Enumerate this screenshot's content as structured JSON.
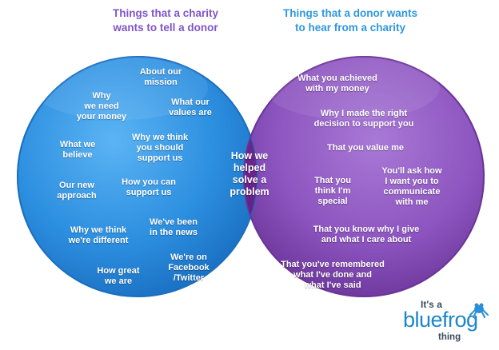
{
  "headings": {
    "left": "Things that a charity\nwants to tell a donor",
    "right": "Things that a donor wants\nto hear from a charity"
  },
  "left_items": [
    "About our\nmission",
    "Why\nwe need\nyour money",
    "What our\nvalues are",
    "What we\nbelieve",
    "Why we think\nyou should\nsupport us",
    "Our new\napproach",
    "How you can\nsupport us",
    "We've been\nin the news",
    "Why we think\nwe're different",
    "We're on\nFacebook\n/Twitter",
    "How great\nwe are"
  ],
  "overlap_item": "How we\nhelped\nsolve a\nproblem",
  "right_items": [
    "What you achieved\nwith my money",
    "Why I made the right\ndecision to support you",
    "That you value me",
    "That you\nthink I'm\nspecial",
    "You'll ask how\nI want you to\ncommunicate\nwith me",
    "That you know why I give\nand what I care about",
    "That you've remembered\nwhat I've done and\nwhat I've said"
  ],
  "logo": {
    "line1": "It's a",
    "line2": "bluefrog",
    "line3": "thing",
    "icon": "frog-icon"
  },
  "colors": {
    "left_circle": "#2d8fe0",
    "right_circle": "#8d55c0",
    "overlap": "#732a96",
    "left_heading": "#7f55c8",
    "right_heading": "#2f97df"
  }
}
